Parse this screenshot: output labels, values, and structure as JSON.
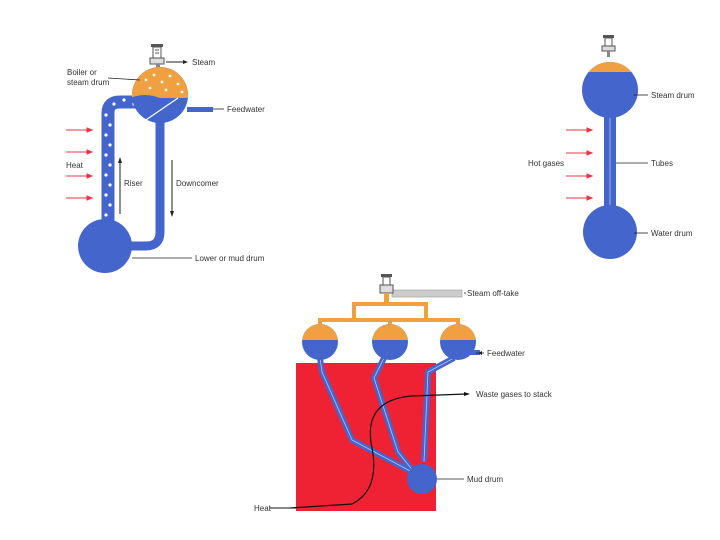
{
  "colors": {
    "water": "#4466cc",
    "steam": "#f0a040",
    "furnace": "#ee2233",
    "heat_arrow": "#ee3344",
    "steam_pipe": "#cccccc",
    "line": "#222222"
  },
  "diagram_left": {
    "labels": {
      "boiler": "Boiler or",
      "boiler2": "steam drum",
      "steam": "Steam",
      "feedwater": "Feedwater",
      "heat": "Heat",
      "riser": "Riser",
      "downcomer": "Downcomer",
      "mud_drum": "Lower or mud drum"
    }
  },
  "diagram_right": {
    "labels": {
      "steam_drum": "Steam drum",
      "hot_gases": "Hot gases",
      "tubes": "Tubes",
      "water_drum": "Water drum"
    }
  },
  "diagram_bottom": {
    "labels": {
      "steam_offtake": "Steam off-take",
      "feedwater": "Feedwater",
      "waste_gases": "Waste gases to stack",
      "mud_drum": "Mud drum",
      "heat": "Heat"
    }
  }
}
